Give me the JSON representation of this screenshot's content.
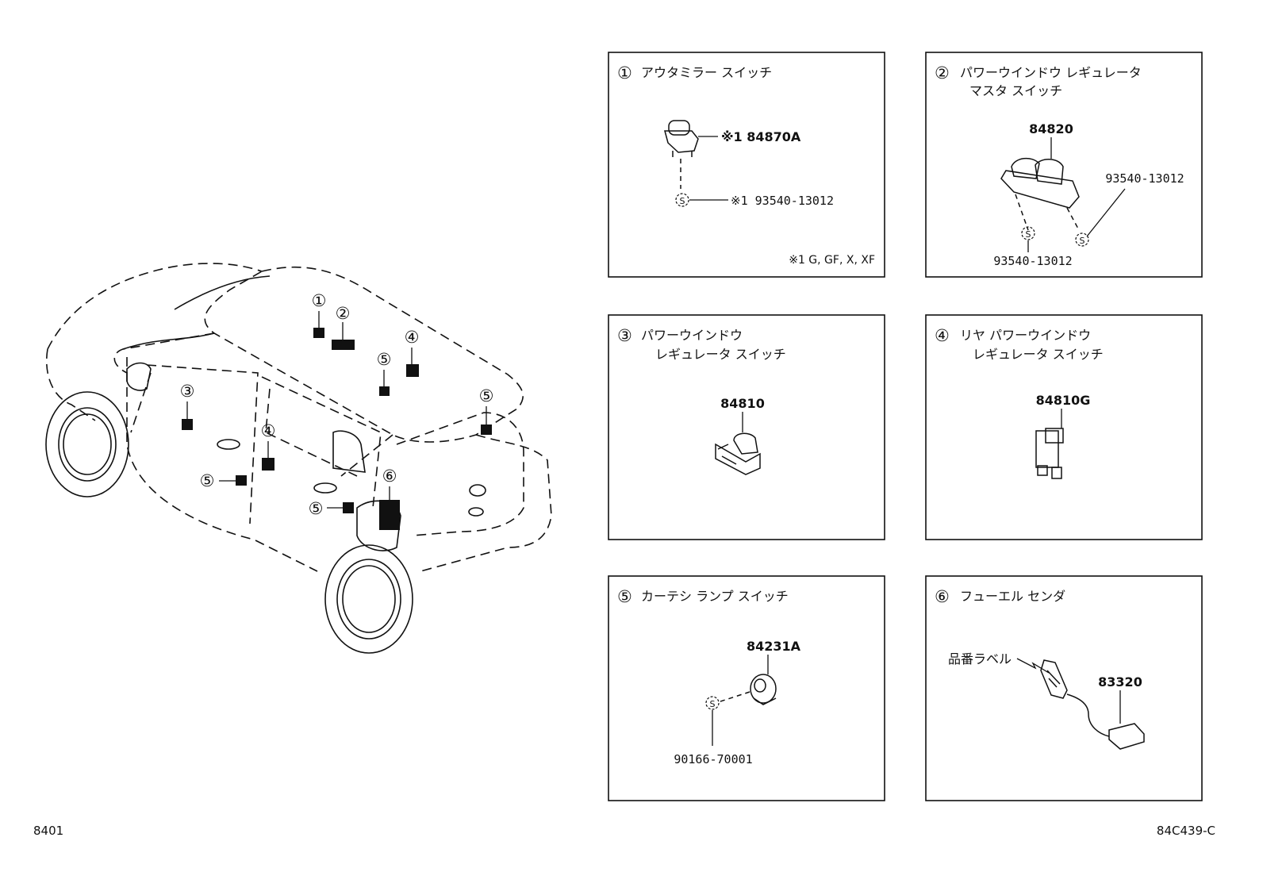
{
  "page_code": "8401",
  "figure_code": "84C439-C",
  "car_callouts": [
    "①",
    "②",
    "③",
    "④",
    "⑤",
    "⑥"
  ],
  "panels": [
    {
      "number": "①",
      "title_lines": [
        "アウタミラー スイッチ"
      ],
      "parts": [
        "※1 84870A",
        "※1 93540-13012"
      ],
      "screw_mark": "S",
      "note": "※1 G, GF, X, XF"
    },
    {
      "number": "②",
      "title_lines": [
        "パワーウインドウ レギュレータ",
        "マスタ スイッチ"
      ],
      "parts": [
        "84820",
        "93540-13012",
        "93540-13012"
      ],
      "screw_mark": "S"
    },
    {
      "number": "③",
      "title_lines": [
        "パワーウインドウ",
        "レギュレータ スイッチ"
      ],
      "parts": [
        "84810"
      ]
    },
    {
      "number": "④",
      "title_lines": [
        "リヤ パワーウインドウ",
        "レギュレータ スイッチ"
      ],
      "parts": [
        "84810G"
      ]
    },
    {
      "number": "⑤",
      "title_lines": [
        "カーテシ ランプ スイッチ"
      ],
      "parts": [
        "84231A",
        "90166-70001"
      ],
      "screw_mark": "S"
    },
    {
      "number": "⑥",
      "title_lines": [
        "フューエル センダ"
      ],
      "parts": [
        "83320"
      ],
      "label_text": "品番ラベル"
    }
  ]
}
